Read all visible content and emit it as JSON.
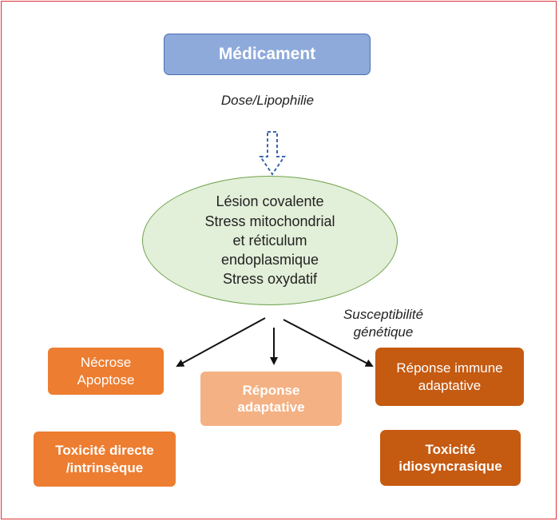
{
  "drug": {
    "label": "Médicament"
  },
  "dose_label": "Dose/Lipophilie",
  "mechanisms": {
    "lines": [
      "Lésion covalente",
      "Stress mitochondrial",
      "et réticulum",
      "endoplasmique",
      "Stress oxydatif"
    ]
  },
  "susceptibility": {
    "lines": [
      "Susceptibilité",
      "génétique"
    ]
  },
  "outcomes": {
    "necrose": {
      "lines": [
        "Nécrose",
        "Apoptose"
      ]
    },
    "toxicite_directe": {
      "lines": [
        "Toxicité directe",
        "/intrinsèque"
      ]
    },
    "reponse_adaptative": {
      "lines": [
        "Réponse",
        "adaptative"
      ]
    },
    "reponse_immune": {
      "lines": [
        "Réponse immune",
        "adaptative"
      ]
    },
    "toxicite_idio": {
      "lines": [
        "Toxicité",
        "idiosyncrasique"
      ]
    }
  },
  "colors": {
    "drug_fill": "#8eaadb",
    "ellipse_fill": "#e2efd9",
    "orange": "#ed7d31",
    "light_orange": "#f4b183",
    "dark_orange": "#c55a11",
    "border": "#e0323a"
  }
}
